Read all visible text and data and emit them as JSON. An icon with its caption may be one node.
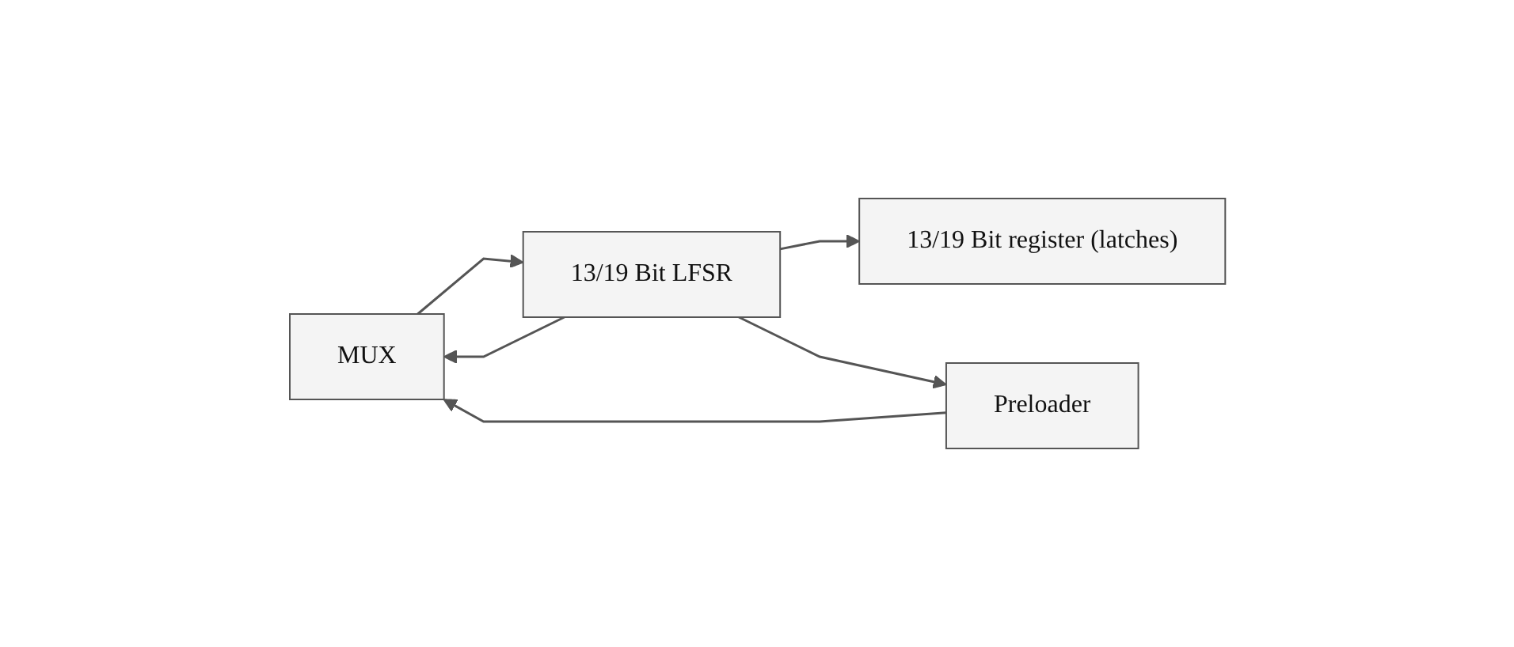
{
  "diagram": {
    "nodes": [
      {
        "text": [
          "MUX"
        ]
      },
      {
        "text": [
          "13/19 Bit LFSR"
        ]
      },
      {
        "text": [
          "13/19 Bit register (latches)"
        ]
      },
      {
        "text": [
          "Preloader"
        ]
      }
    ],
    "edges": [
      {
        "from": 0,
        "to": 1,
        "arrow": "to"
      },
      {
        "from": 1,
        "to": 2,
        "arrow": "to"
      },
      {
        "from": 1,
        "to": 0,
        "arrow": "to"
      },
      {
        "from": 1,
        "to": 3,
        "arrow": "to"
      },
      {
        "from": 3,
        "to": 0,
        "arrow": "to"
      }
    ]
  }
}
